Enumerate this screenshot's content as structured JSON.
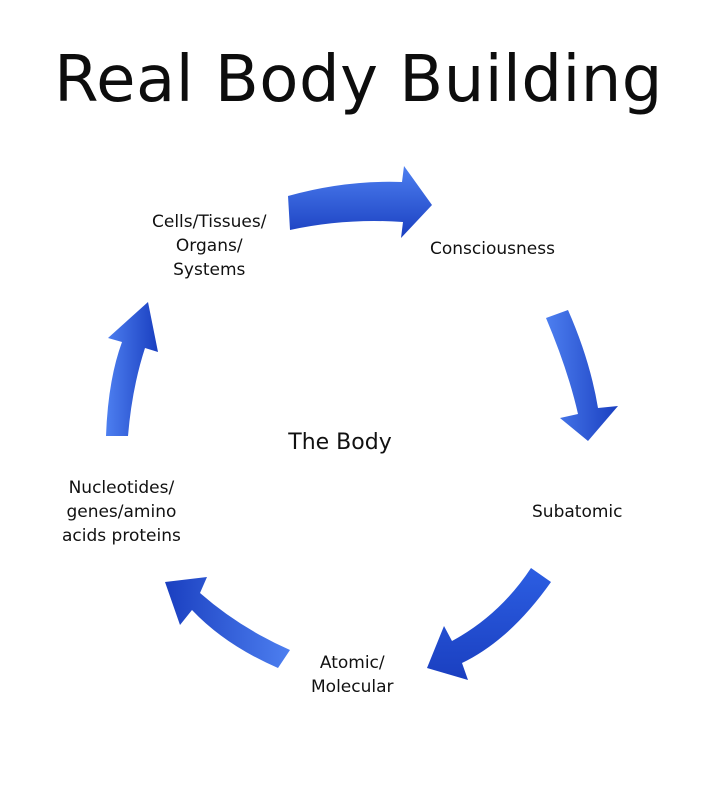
{
  "title": "Real Body Building",
  "center_label": "The Body",
  "nodes": [
    {
      "id": "cells",
      "lines": [
        "Cells/Tissues/",
        "Organs/",
        "Systems"
      ]
    },
    {
      "id": "consciousness",
      "lines": [
        "Consciousness"
      ]
    },
    {
      "id": "subatomic",
      "lines": [
        "Subatomic"
      ]
    },
    {
      "id": "atomic",
      "lines": [
        "Atomic/",
        "Molecular"
      ]
    },
    {
      "id": "nucleotides",
      "lines": [
        "Nucleotides/",
        "genes/amino",
        "acids proteins"
      ]
    }
  ],
  "colors": {
    "arrow_light": "#4d7ff0",
    "arrow_mid": "#2c5ee2",
    "arrow_dark": "#1a3fc0"
  }
}
